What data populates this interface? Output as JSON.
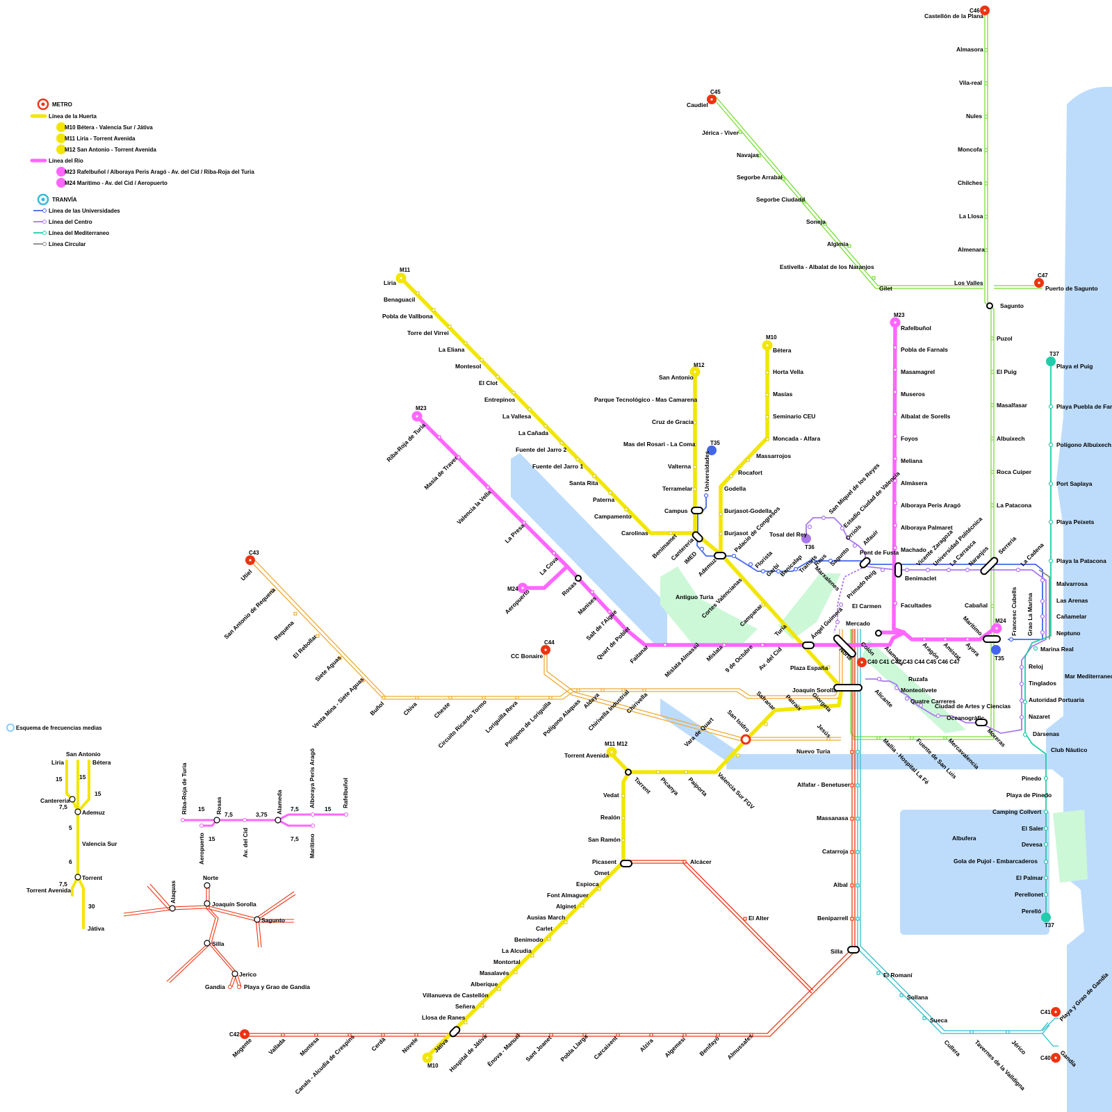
{
  "legend": {
    "metro_title": "METRO",
    "huerta": "Línea de la Huerta",
    "m10": "M10 Bétera - Valencia Sur / Játiva",
    "m11": "M11 Liria - Torrent Avenida",
    "m12": "M12 San Antonio - Torrent Avenida",
    "rio": "Línea del Río",
    "m23": "M23 Rafelbuñol / Alboraya Peris Aragó - Av. del Cid / Riba-Roja del Turia",
    "m24": "M24 Marítimo - Av. del Cid / Aeropuerto",
    "tranvia_title": "TRANVÍA",
    "universidades": "Línea de las Universidades",
    "centro": "Línea del Centro",
    "mediterraneo": "Línea del Mediterraneo",
    "circular": "Línea Circular",
    "frequency": "Esquema de frecuencias medias"
  },
  "colors": {
    "metro_yellow": "#f2e600",
    "metro_pink": "#ff66ff",
    "tram_blue": "#4466ee",
    "tram_purple": "#aa77ee",
    "tram_green": "#22ccaa",
    "tram_grey": "#888888",
    "cercanias_red": "#ee3311",
    "rail_green": "#77dd33",
    "rail_orange": "#eeaa33",
    "rail_cyan": "#33bbcc",
    "water": "#bddcfb",
    "park": "#ccf8d8"
  },
  "codes": {
    "m11": "M11",
    "m12": "M12",
    "m10": "M10",
    "m23a": "M23",
    "m23b": "M23",
    "m24a": "M24",
    "m24b": "M24",
    "m11m12": "M11 M12",
    "m10b": "M10",
    "t35a": "T35",
    "t35b": "T35",
    "t36": "T36",
    "t37a": "T37",
    "t37b": "T37",
    "c40": "C40",
    "c41": "C41",
    "c42": "C42",
    "c43": "C43",
    "c44": "C44",
    "c45": "C45",
    "c46": "C46",
    "c47": "C47",
    "c40all": "C40 C41 C42 C43 C44 C45 C46 C47"
  },
  "stations": {
    "liria": "Liria",
    "benaguacil": "Benaguacil",
    "pobla_vallbona": "Pobla de Vallbona",
    "torre_virrei": "Torre del Virrei",
    "eliana": "La Eliana",
    "montesol": "Montesol",
    "el_clot": "El Clot",
    "entrepinos": "Entrepinos",
    "vallesa": "La Vallesa",
    "canada": "La Cañada",
    "jarro2": "Fuente del Jarro 2",
    "jarro1": "Fuente del Jarro 1",
    "santa_rita": "Santa Rita",
    "paterna": "Paterna",
    "campamento": "Campamento",
    "carolinas": "Carolinas",
    "benimamet": "Benimamet",
    "san_antonio": "San Antonio",
    "parque_tec": "Parque Tecnológico - Mas Camarena",
    "cruz_gracia": "Cruz de Gracia",
    "mas_rosari": "Mas del Rosari - La Coma",
    "valterna": "Valterna",
    "terramelar": "Terramelar",
    "campus": "Campus",
    "canteria": "Cantereria",
    "betera": "Bétera",
    "horta_vella": "Horta Vella",
    "masias": "Masías",
    "seminario": "Seminario CEU",
    "moncada": "Moncada - Alfara",
    "massarrojos": "Massarrojos",
    "rocafort": "Rocafort",
    "godella": "Godella",
    "burjasot_godella": "Burjasot-Godella",
    "burjasot": "Burjasot",
    "ademuz": "Ademuz",
    "campanar": "Campanar",
    "turia": "Turia",
    "angel_guimera": "Ángel Guimerá",
    "plaza_espana": "Plaza España",
    "joaquin_sorolla": "Joaquín Sorolla",
    "giorgeta": "Giorgeta",
    "patraix": "Patraix",
    "safranar": "Safranar",
    "san_isidro": "San Isidro",
    "jesus": "Jesús",
    "vara_quart": "Vara de Quart",
    "valencia_sur_fgv": "Valencia Sur FGV",
    "paiporta": "Paiporta",
    "picanya": "Picanya",
    "torrent": "Torrent",
    "torrent_av": "Torrent Avenida",
    "vedat": "Vedat",
    "realon": "Realón",
    "san_ramon": "San Ramón",
    "picassent": "Picasent",
    "omet": "Omet",
    "espioca": "Espioca",
    "font_almaguer": "Font Almaguer",
    "alginet": "Alginet",
    "ausias_march": "Ausias March",
    "carlet": "Carlet",
    "benimodo": "Benimodo",
    "alcudia": "La Alcudia",
    "montortal": "Montortal",
    "masalaves": "Masalavés",
    "alberique": "Alberique",
    "villanueva": "Villanueva de Castellón",
    "senera": "Señera",
    "llosa_ranes": "Llosa de Ranes",
    "jativa": "Játiva",
    "riba_roja": "Riba-Roja de Turia",
    "masia_traver": "Masía de Traver",
    "valencia_vella": "Valencia la Vella",
    "la_presa": "La Presa",
    "la_cova": "La Cova",
    "aeropuerto": "Aeropuerto",
    "rosas": "Rosas",
    "manises": "Manises",
    "salt_aigue": "Salt de l'Aigue",
    "quart_poblet": "Quart de Poblet",
    "faitanar": "Faitanar",
    "mislata_almassil": "Mislata Almassil",
    "mislata": "Mislata",
    "nueve_octubre": "9 de Octubre",
    "av_cid": "Av. del Cid",
    "rafelbunol": "Rafelbuñol",
    "pobla_farnals": "Pobla de Farnals",
    "masamagrel": "Masamagrel",
    "museros": "Museros",
    "albalat_sorells": "Albalat de Sorells",
    "foyos": "Foyos",
    "meliana": "Meliana",
    "almasera": "Almàsera",
    "alboraya_peris": "Alboraya Peris Aragó",
    "alboraya_palmaret": "Alboraya Palmaret",
    "machado": "Machado",
    "benimaclet": "Benimaclet",
    "facultades": "Facultades",
    "alameda": "Alameda",
    "aragon": "Aragón",
    "amistat": "Amistat",
    "ayora": "Ayora",
    "maritimo": "Marítimo",
    "colon": "Colón",
    "norte": "Norte",
    "alicante": "Alicante",
    "universidades": "Universidades",
    "imed": "IMED",
    "palacio_congresos": "Palacio de Congresos",
    "florista": "Florista",
    "garbi": "Garbí",
    "benicalap": "Benicalap",
    "transits": "Transits",
    "reus": "Reus",
    "sagunto_tram": "Sagunto",
    "tosal_rey": "Tosal del Rey",
    "san_miquel": "San Miquel de los Reyes",
    "estadio": "Estadio Ciudad de Valencia",
    "orriols": "Orriols",
    "alfauir": "Alfauir",
    "pont_fusta": "Pont de Fusta",
    "marxalenes": "Marxalenes",
    "primado_reig": "Primado Reig",
    "el_carmen": "El Carmen",
    "mercado": "Mercado",
    "vicente_zaragoza": "Vicente Zaragoza",
    "univ_politecnica": "Universidad Politécnica",
    "la_carrasca": "La Carrasca",
    "naranjos": "Naranjos",
    "serreria": "Serreria",
    "la_cadena": "La Cadena",
    "francesc_cubells": "Francesc Cubells",
    "grao_marina": "Grao La Marina",
    "ruzafa": "Ruzafa",
    "monteolivete": "Monteolivete",
    "quatre_carreres": "Quatre Carreres",
    "ciudad_artes": "Ciudad de Artes y Ciencias",
    "oceanografic": "Oceanogràfic",
    "moreras": "Moreras",
    "playa_puig": "Playa el Puig",
    "playa_puebla": "Playa Puebla de Farnals",
    "poligono_albuixech": "Polígono Albuixech",
    "port_saplaya": "Port Saplaya",
    "playa_peixets": "Playa Peixets",
    "playa_patacona": "Playa la Patacona",
    "malvarrosa": "Malvarrosa",
    "las_arenas": "Las Arenas",
    "canamelar": "Cañamelar",
    "neptuno": "Neptuno",
    "marina_real": "Marina Real",
    "reloj": "Reloj",
    "tinglados": "Tinglados",
    "mar_mediterraneo": "Mar Mediterraneo",
    "autoridad_portuaria": "Autoridad Portuaria",
    "nazaret": "Nazaret",
    "darsenas": "Dàrsenas",
    "club_nautico": "Club Náutico",
    "pinedo": "Pinedo",
    "playa_pinedo": "Playa de Pinedo",
    "camping_collvert": "Camping Collvert",
    "el_saler": "El Saler",
    "devesa": "Devesa",
    "gola_pujol": "Gola de Pujol - Embarcaderos",
    "el_palmar": "El Palmar",
    "perellonet": "Perellonet",
    "perello": "Perelló",
    "castellon": "Castellón de la Plana",
    "almasora": "Almasora",
    "vila_real": "Vila-real",
    "nules": "Nules",
    "moncofa": "Moncofa",
    "chilches": "Chilches",
    "la_llosa": "La Llosa",
    "almenara": "Almenara",
    "los_valles": "Los Valles",
    "puerto_sagunto": "Puerto de Sagunto",
    "sagunto": "Sagunto",
    "puzol": "Puzol",
    "el_puig": "El Puig",
    "masalfasar": "Masalfasar",
    "albuixech": "Albuixech",
    "roca_cuiper": "Roca Cuiper",
    "la_patacona": "La Patacona",
    "cabanal": "Cabañal",
    "caudiel": "Caudiel",
    "jerica_viver": "Jérica - Viver",
    "navajas": "Navajas",
    "segorbe_arrabal": "Segorbe Arrabal",
    "segorbe_ciudad": "Segorbe Ciudadd",
    "soneja": "Soneja",
    "algimia": "Algimia",
    "estivella": "Estivella - Albalat de los Naranjos",
    "gilet": "Gilet",
    "utiel": "Utiel",
    "san_antonio_requena": "San Antonio de Requena",
    "requena": "Requena",
    "el_rebollar": "El Rebollar",
    "siete_aguas": "Siete Aguas",
    "venta_mina": "Venta Mina - Siete Aguas",
    "bunol": "Buñol",
    "chiva": "Chiva",
    "cheste": "Cheste",
    "circuito": "Circuito Ricardo Tormo",
    "loriguilla_reva": "Loriguilla Reva",
    "pol_loriguilla": "Polígono de Loriguilla",
    "pol_alaquas": "Polígono Alaquas",
    "aldaya": "Aldaya",
    "chirivella_ind": "Chirivella Industrial",
    "chirivella": "Chirivella",
    "cc_bonaire": "CC Bonaire",
    "nuevo_turia": "Nuevo Turia",
    "alfafar": "Alfafar - Benetuser",
    "massanasa": "Massanasa",
    "catarroja": "Catarroja",
    "albal": "Albal",
    "beniparrell": "Beniparrell",
    "silla": "Silla",
    "el_romani": "El Romaní",
    "sollana": "Sollana",
    "sueca": "Sueca",
    "cullera": "Cullera",
    "tavernes": "Tavernes de la Valldigna",
    "jerico": "Jérico",
    "playa_gandia": "Playa y Grao de Gandía",
    "gandia": "Gandía",
    "mallia": "Mallia - Hospital La Fé",
    "fuente_san_luis": "Fuente de San Luis",
    "mercavalencia": "Mercavalencia",
    "alcacer": "Alcácer",
    "el_alter": "El Alter",
    "mogente": "Mogente",
    "vallada": "Vallada",
    "montesa": "Montesa",
    "canals": "Canals - Alcudia de Crespins",
    "cerda": "Cerdà",
    "novele": "Novele",
    "jativa_c": "Játiva",
    "hospital_jativa": "Hospital de Játiva",
    "enova": "Ènova - Manuel",
    "sant_joanet": "Sant Joanet",
    "pobla_llarga": "Pobla Llarga",
    "carcaixent": "Carcaixent",
    "alzira": "Alzira",
    "algemesi": "Algemesí",
    "benifayo": "Benifayó",
    "almussafes": "Almussafes",
    "antiguo_turia": "Antiguo Turia",
    "cortes_valencianas": "Cortes Valencianas",
    "albufera": "Albufera"
  },
  "frequency_scheme": {
    "liria": "Liria",
    "san_antonio": "San Antonio",
    "betera": "Bétera",
    "canteria": "Cantereria",
    "ademuz": "Ademuz",
    "valencia_sur": "Valencia Sur",
    "torrent": "Torrent",
    "torrent_av": "Torrent Avenida",
    "jativa": "Játiva",
    "f15a": "15",
    "f15b": "15",
    "f15c": "15",
    "f75a": "7,5",
    "f5": "5",
    "f6": "6",
    "f75b": "7,5",
    "f30": "30",
    "riba_roja": "Riba-Roja de Turia",
    "aeropuerto": "Aeropuerto",
    "rosas": "Rosas",
    "av_cid": "Av. del Cid",
    "alameda": "Alameda",
    "alboraya": "Alboraya Peris Aragó",
    "rafelbunol": "Rafelbuñol",
    "maritimo": "Marítimo",
    "p15a": "15",
    "p15b": "15",
    "p75a": "7,5",
    "p375": "3,75",
    "p75b": "7,5",
    "p15c": "15",
    "p75c": "7,5",
    "alaquas": "Alaquas",
    "norte": "Norte",
    "joaquin_sorolla": "Joaquín Sorolla",
    "sagunto": "Sagunto",
    "silla": "Silla",
    "jerico": "Jerico",
    "gandia": "Gandia",
    "playa_gandia": "Playa y Grao de Gandía"
  }
}
